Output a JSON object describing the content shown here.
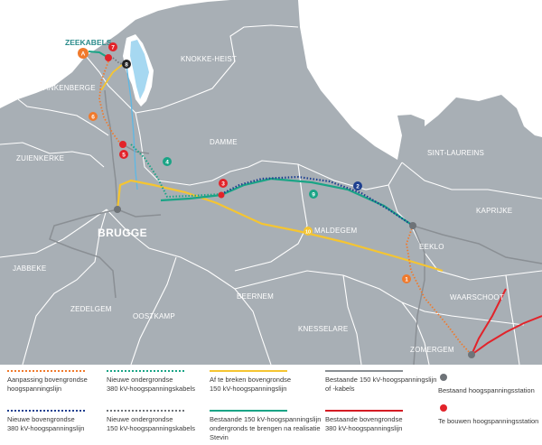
{
  "colors": {
    "land": "#a8afb5",
    "sea": "#ffffff",
    "border": "#ffffff",
    "orange": "#f07a2c",
    "teal": "#1aa486",
    "navy": "#1d3f8f",
    "grey": "#8a8f94",
    "yellow": "#f5c531",
    "red": "#e2232a",
    "darkred": "#d41c24",
    "station": "#6e7378",
    "blue": "#5db8e5"
  },
  "places": {
    "knokke_heist": "KNOKKE-HEIST",
    "blankenberge": "BLANKENBERGE",
    "zuienkerke": "ZUIENKERKE",
    "damme": "DAMME",
    "sint_laureins": "SINT-LAUREINS",
    "kaprijke": "KAPRIJKE",
    "brugge": "BRUGGE",
    "maldegem": "MALDEGEM",
    "eeklo": "EEKLO",
    "jabbeke": "JABBEKE",
    "zedelgem": "ZEDELGEM",
    "oostkamp": "OOSTKAMP",
    "beernem": "BEERNEM",
    "knesselare": "KNESSELARE",
    "waarschoot": "WAARSCHOOT",
    "zomergem": "ZOMERGEM"
  },
  "zeekabels": "ZEEKABELS",
  "markers": {
    "a": "A",
    "m1": "1",
    "m2": "2",
    "m3": "3",
    "m4": "4",
    "m5": "5",
    "m6": "6",
    "m7": "7",
    "m8": "8",
    "m9": "9",
    "m10": "10"
  },
  "legend": {
    "aanpassing": "Aanpassing bovengrondse\nhoogspanningslijn",
    "nieuwe_380_bov": "Nieuwe bovengrondse\n380 kV-hoogspanningslijn",
    "nieuwe_380_ond": "Nieuwe ondergrondse\n380 kV-hoogspanningskabels",
    "nieuwe_150_ond": "Nieuwe ondergrondse\n150 kV-hoogspanningskabels",
    "af_te_breken": "Af te breken bovengrondse\n150 kV-hoogspanningslijn",
    "bestaande_150_ond": "Bestaande 150 kV-hoogspanningslijn\nondergronds te brengen na realisatie\nStevin",
    "bestaande_150": "Bestaande 150 kV-hoogspanningslijn\nof -kabels",
    "bestaande_380": "Bestaande bovengrondse\n380 kV-hoogspanningslijn",
    "bestaand_station": "Bestaand hoogspanningsstation",
    "te_bouwen_station": "Te bouwen hoogspanningsstation"
  }
}
